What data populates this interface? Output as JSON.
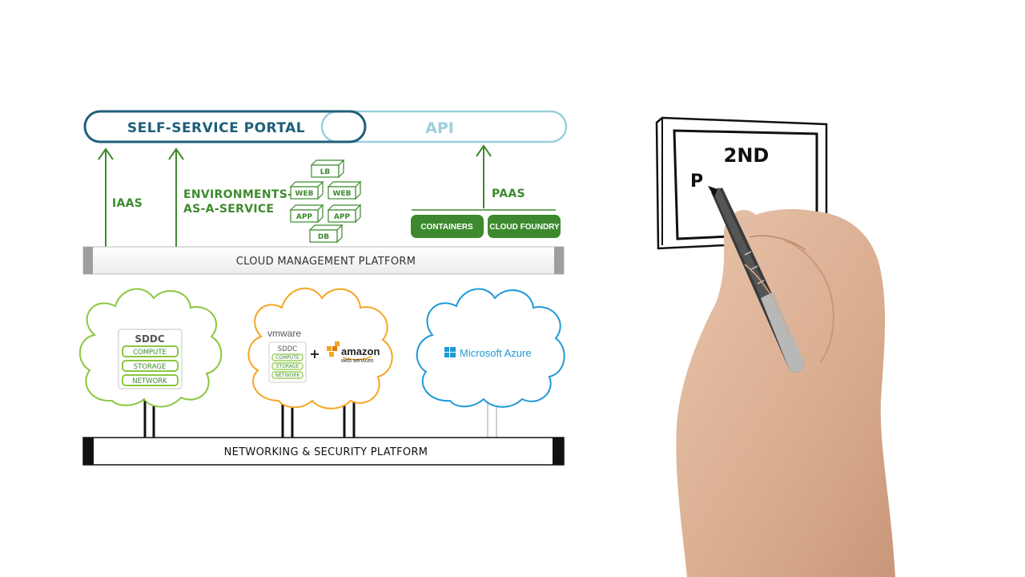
{
  "portal": {
    "label": "SELF-SERVICE PORTAL"
  },
  "api": {
    "label": "API"
  },
  "iaas": {
    "label": "IAAS"
  },
  "environments": {
    "line1": "ENVIRONMENTS-",
    "line2": "AS-A-SERVICE"
  },
  "app_boxes": {
    "lb": "LB",
    "web1": "WEB",
    "web2": "WEB",
    "app1": "APP",
    "app2": "APP",
    "db": "DB"
  },
  "paas": {
    "label": "PAAS",
    "containers": "CONTAINERS",
    "cloud_foundry": "CLOUD FOUNDRY"
  },
  "cloud_management": {
    "label": "CLOUD MANAGEMENT PLATFORM"
  },
  "private_cloud": {
    "title": "SDDC",
    "compute": "COMPUTE",
    "storage": "STORAGE",
    "network": "NETWORK"
  },
  "vmware_cloud": {
    "brand": "vmware",
    "title": "SDDC",
    "compute": "COMPUTE",
    "storage": "STORAGE",
    "network": "NETWORK",
    "plus": "+",
    "amazon": "amazon",
    "amazon_sub": "web services"
  },
  "azure_cloud": {
    "label": "Microsoft Azure"
  },
  "networking": {
    "label": "NETWORKING & SECURITY PLATFORM"
  },
  "whiteboard": {
    "line1": "2ND",
    "line2": "P"
  },
  "colors": {
    "teal": "#1f5f7a",
    "light_teal": "#9ccfdc",
    "green": "#3d8a2e",
    "lime": "#8cc63f",
    "orange": "#f5a623",
    "azure": "#1e9ad6"
  },
  "icons": {
    "hand": "hand-holding-marker-icon",
    "windows": "windows-logo-icon",
    "aws": "aws-cubes-icon"
  }
}
